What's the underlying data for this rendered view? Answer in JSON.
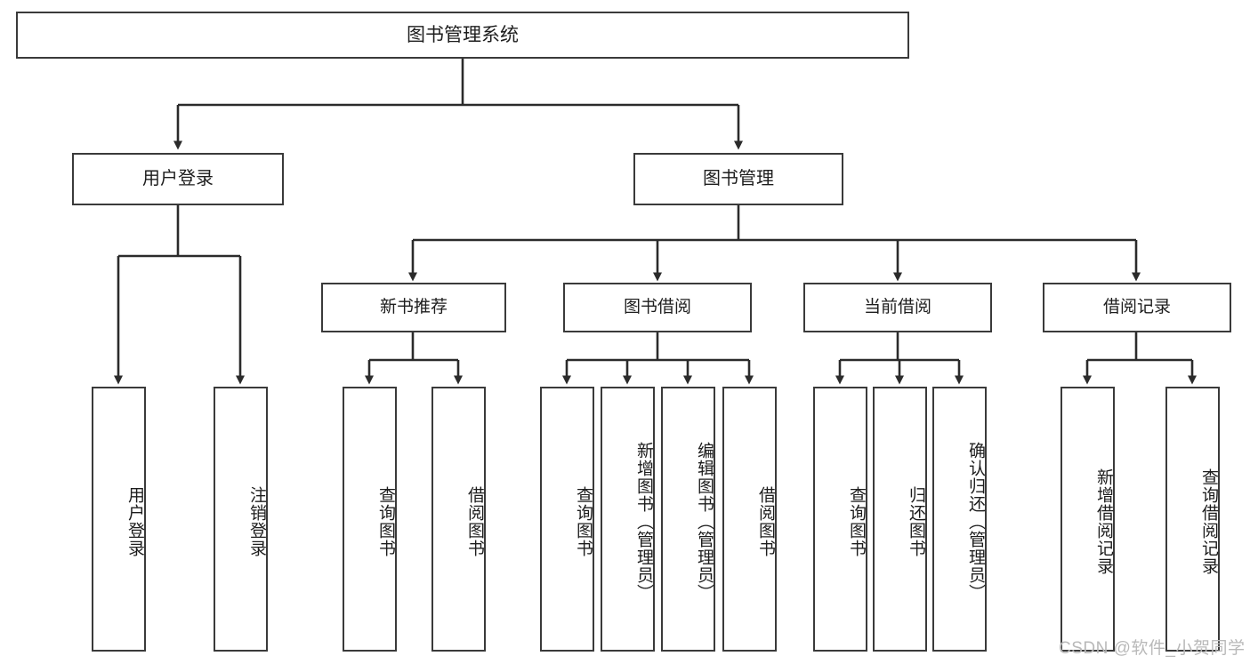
{
  "diagram": {
    "title": "图书管理系统",
    "type": "功能结构图",
    "colors": {
      "box_border": "#3a3a3a",
      "box_fill": "#ffffff",
      "connector": "#2b2b2b",
      "text": "#1d1d1d",
      "watermark": "#b9b9b9",
      "background": "#ffffff"
    },
    "root": {
      "label": "图书管理系统"
    },
    "level2": [
      {
        "label": "用户登录"
      },
      {
        "label": "图书管理"
      }
    ],
    "level3": [
      {
        "label": "新书推荐"
      },
      {
        "label": "图书借阅"
      },
      {
        "label": "当前借阅"
      },
      {
        "label": "借阅记录"
      }
    ],
    "leaves": {
      "user_login": [
        {
          "label": "用户登录"
        },
        {
          "label": "注销登录"
        }
      ],
      "new_book_recommend": [
        {
          "label": "查询图书"
        },
        {
          "label": "借阅图书"
        }
      ],
      "book_borrow": [
        {
          "label": "查询图书"
        },
        {
          "label": "新增图书（管理员）"
        },
        {
          "label": "编辑图书（管理员）"
        },
        {
          "label": "借阅图书"
        }
      ],
      "current_borrow": [
        {
          "label": "查询图书"
        },
        {
          "label": "归还图书"
        },
        {
          "label": "确认归还（管理员）"
        }
      ],
      "borrow_record": [
        {
          "label": "新增借阅记录"
        },
        {
          "label": "查询借阅记录"
        }
      ]
    },
    "watermark": {
      "text": "CSDN @软件_小贺同学"
    }
  }
}
